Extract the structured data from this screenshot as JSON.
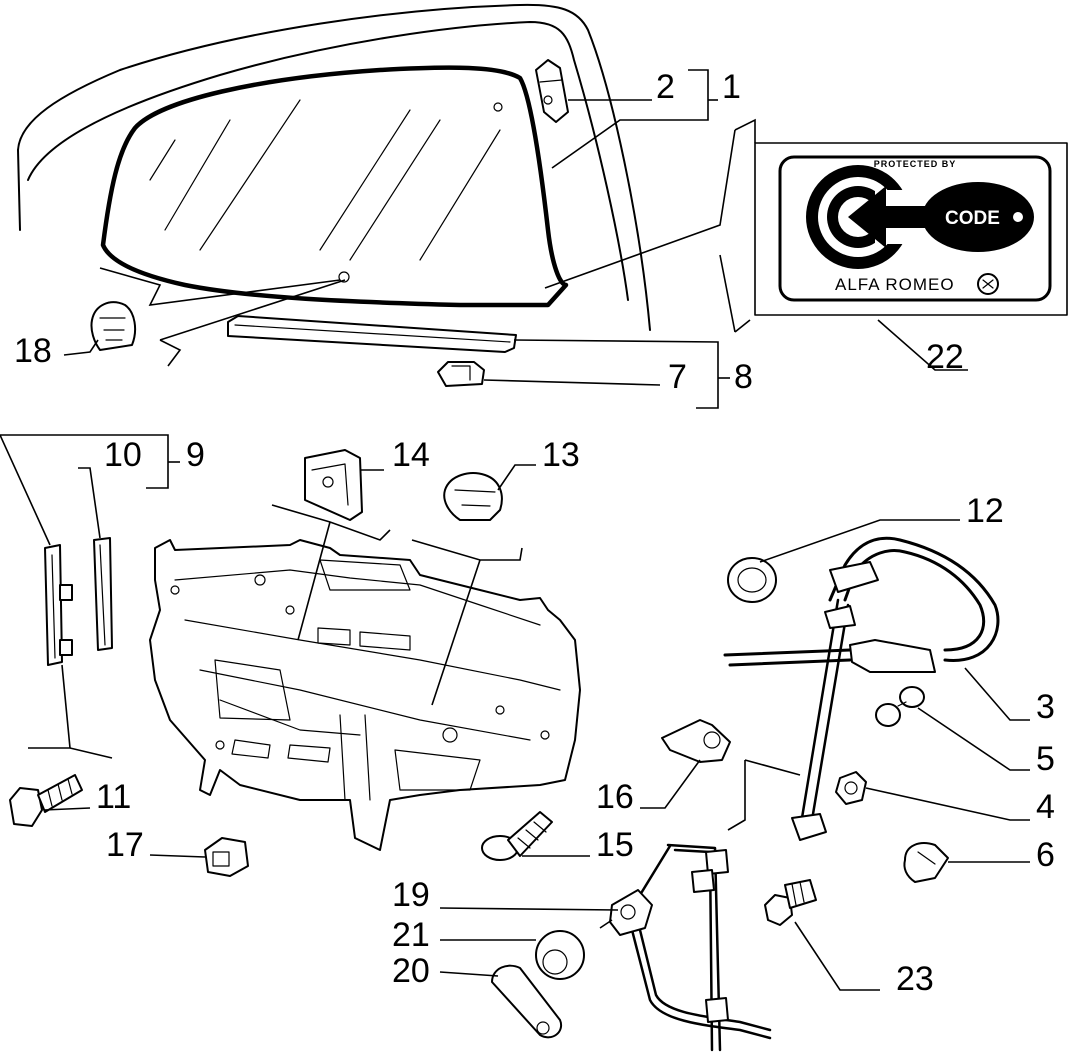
{
  "callouts": {
    "c1": "1",
    "c2": "2",
    "c3": "3",
    "c4": "4",
    "c5": "5",
    "c6": "6",
    "c7": "7",
    "c8": "8",
    "c9": "9",
    "c10": "10",
    "c11": "11",
    "c12": "12",
    "c13": "13",
    "c14": "14",
    "c15": "15",
    "c16": "16",
    "c17": "17",
    "c18": "18",
    "c19": "19",
    "c20": "20",
    "c21": "21",
    "c22": "22",
    "c23": "23"
  },
  "badge": {
    "protected_by": "PROTECTED BY",
    "code": "CODE",
    "brand": "ALFA ROMEO"
  }
}
